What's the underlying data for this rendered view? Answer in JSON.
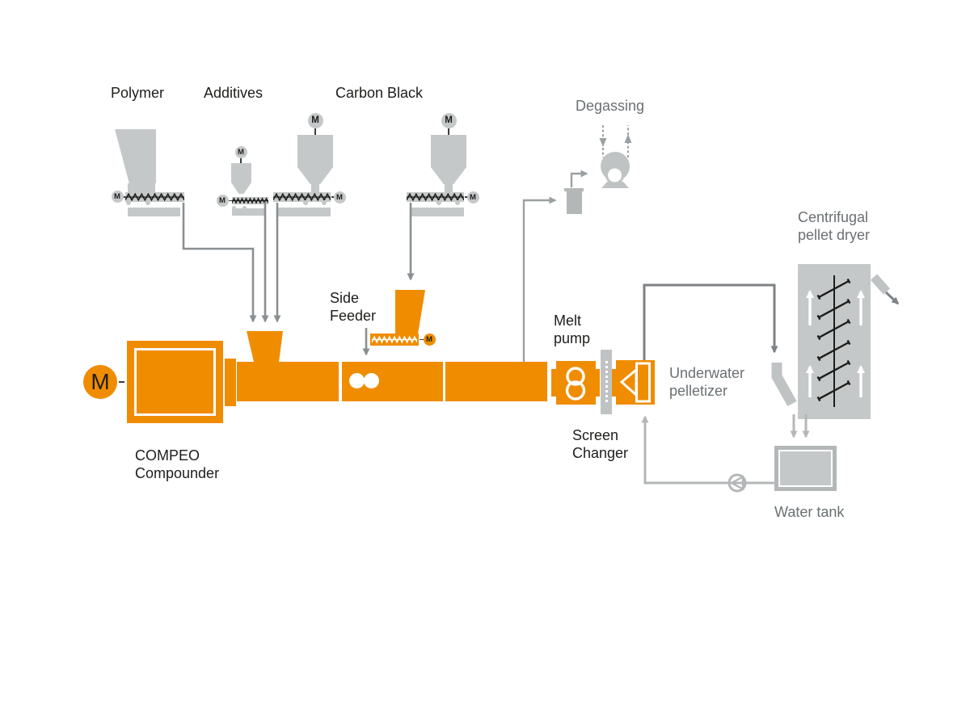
{
  "motor_label": "M",
  "colors": {
    "orange": "#F08C00",
    "equip": "#C5C8C9",
    "equip2": "#C0C3C4",
    "line_mid": "#8A8F92",
    "line_dark": "#7D8285",
    "line_light": "#B4B7B8",
    "line_vent": "#9BA0A2",
    "label_dark": "#1D1D1B",
    "label_gray": "#6A7073",
    "black": "#1D1D1B"
  },
  "labels": {
    "polymer": "Polymer",
    "additives": "Additives",
    "carbon_black": "Carbon Black",
    "degassing": "Degassing",
    "side_feeder_1": "Side",
    "side_feeder_2": "Feeder",
    "melt_pump_1": "Melt",
    "melt_pump_2": "pump",
    "screen_changer_1": "Screen",
    "screen_changer_2": "Changer",
    "underwater_pelletizer_1": "Underwater",
    "underwater_pelletizer_2": "pelletizer",
    "pellet_dryer_1": "Centrifugal",
    "pellet_dryer_2": "pellet dryer",
    "water_tank": "Water tank",
    "compounder_1": "COMPEO",
    "compounder_2": "Compounder"
  }
}
